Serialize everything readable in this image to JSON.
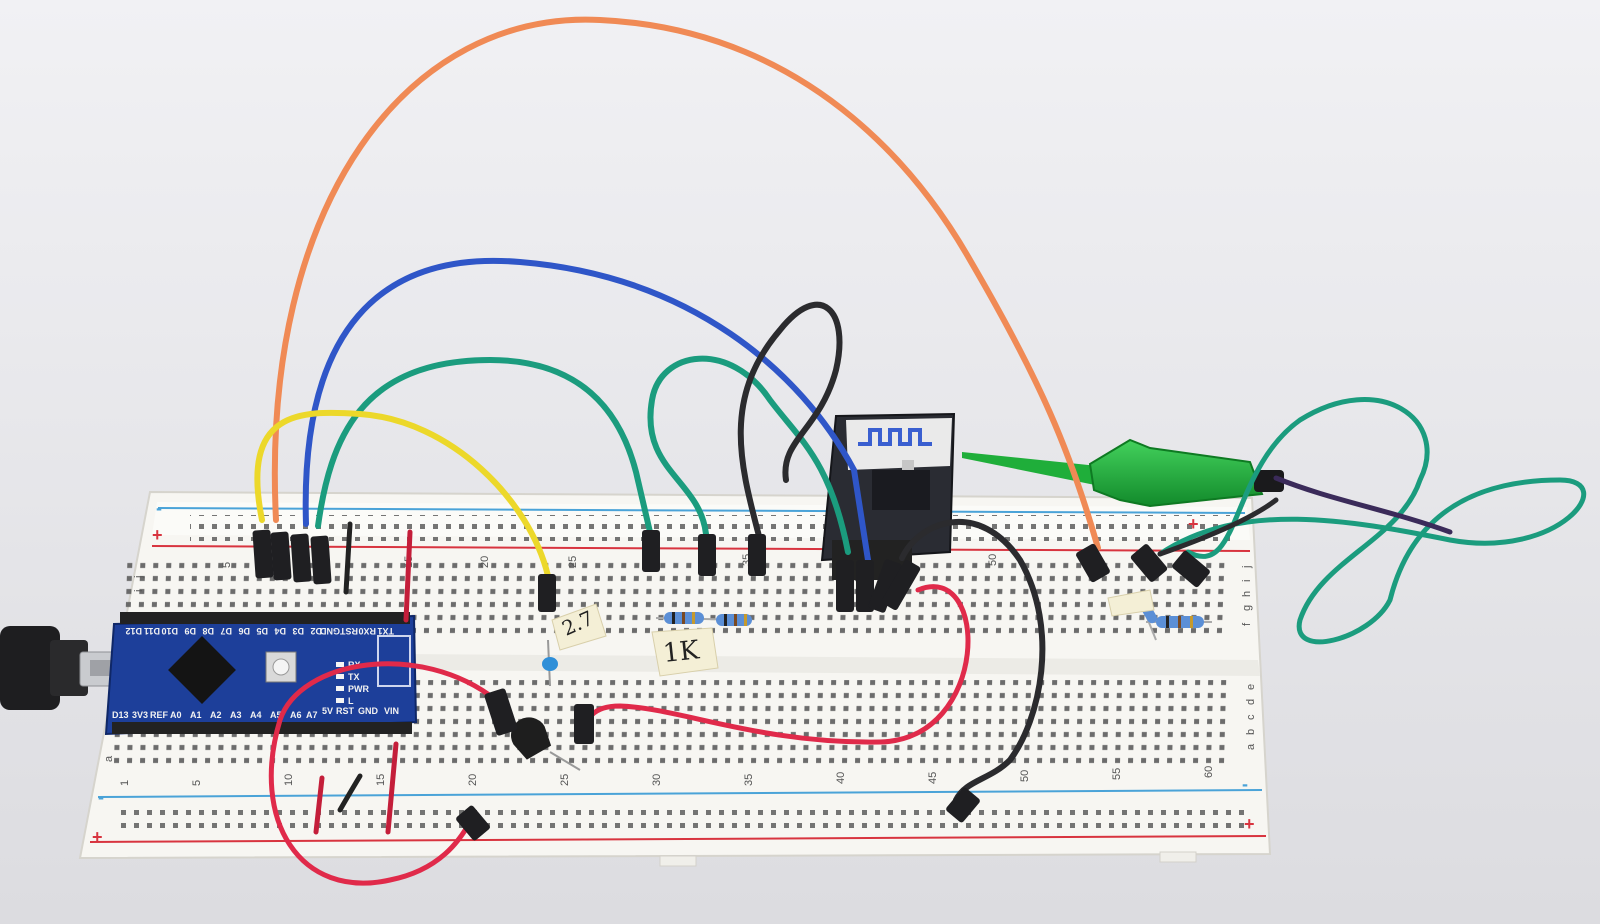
{
  "colors": {
    "background": "#e9e9ec",
    "breadboard": "#f7f6f2",
    "rail_red": "#d8343f",
    "rail_blue": "#4aa3d8",
    "nano_pcb": "#1d3f9a",
    "bt_module": "#2a2c33",
    "bt_antenna": "#3a5fd0",
    "wire_orange": "#f08a55",
    "wire_blue": "#2f56c8",
    "wire_green": "#1b9c7e",
    "wire_yellow": "#ecd82a",
    "wire_black": "#2b2b2e",
    "wire_red": "#e02a4a",
    "probe_green": "#1fae3a"
  },
  "breadboard": {
    "rail_plus": "+",
    "rail_minus": "-",
    "column_numbers_top": [
      "5",
      "15",
      "20",
      "25",
      "35",
      "50"
    ],
    "column_numbers_bottom": [
      "1",
      "5",
      "10",
      "15",
      "20",
      "25",
      "30",
      "35",
      "40",
      "45",
      "50",
      "55",
      "60"
    ],
    "row_letters_top": [
      "i",
      "j"
    ],
    "row_letters_right": [
      "j",
      "i",
      "h",
      "g",
      "f",
      "e",
      "d",
      "c",
      "b",
      "a"
    ],
    "row_letter_bottom": "a"
  },
  "nano": {
    "top_pins": [
      "D12",
      "D11",
      "D10",
      "D9",
      "D8",
      "D7",
      "D6",
      "D5",
      "D4",
      "D3",
      "D2",
      "GND",
      "RST",
      "RX0",
      "TX1"
    ],
    "bottom_pins": [
      "D13",
      "3V3",
      "REF",
      "A0",
      "A1",
      "A2",
      "A3",
      "A4",
      "A5",
      "A6",
      "A7",
      "5V",
      "RST",
      "GND",
      "VIN"
    ],
    "leds": [
      "RX",
      "TX",
      "PWR",
      "L"
    ]
  },
  "labels": {
    "resistor_tag_1": "1K",
    "resistor_tag_2": "2.7"
  }
}
